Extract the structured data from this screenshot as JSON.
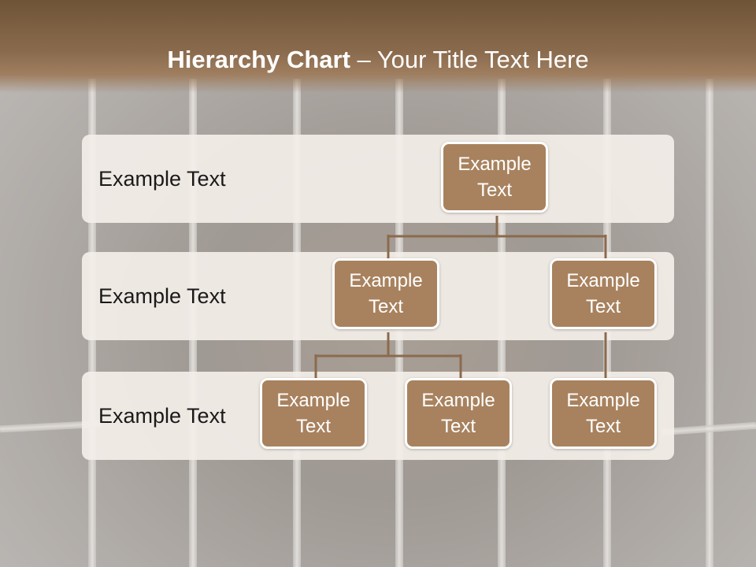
{
  "title": {
    "bold": "Hierarchy Chart",
    "rest": " – Your Title Text Here"
  },
  "rows": [
    {
      "label": "Example Text"
    },
    {
      "label": "Example Text"
    },
    {
      "label": "Example Text"
    }
  ],
  "nodes": {
    "root": "Example Text",
    "level2_left": "Example Text",
    "level2_right": "Example Text",
    "level3_left": "Example Text",
    "level3_middle": "Example Text",
    "level3_right": "Example Text"
  },
  "colors": {
    "header": "#7a5c3f",
    "node": "#a8825e",
    "row": "#f3eee8",
    "line": "#8b6b4d"
  }
}
